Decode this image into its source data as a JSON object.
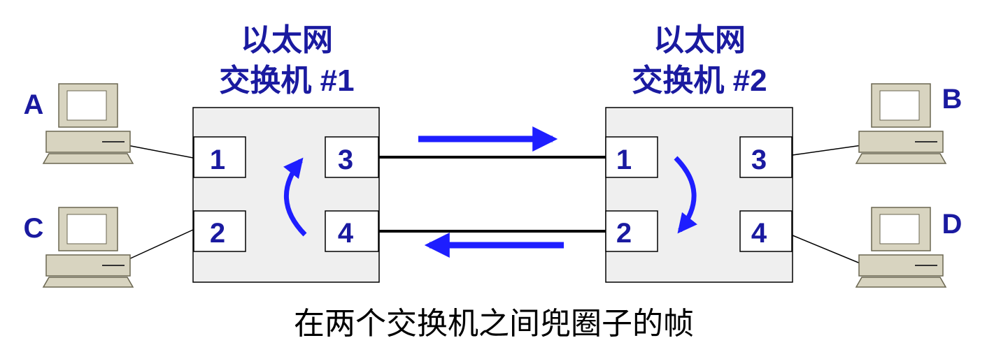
{
  "colors": {
    "text_blue": "#1a1aa0",
    "arrow_blue": "#1e1eff",
    "box_fill": "#efefef",
    "pc_body": "#d8d4c0",
    "pc_screen": "#ffffff"
  },
  "switches": [
    {
      "title_line1": "以太网",
      "title_line2": "交换机 #1",
      "ports": [
        "1",
        "2",
        "3",
        "4"
      ]
    },
    {
      "title_line1": "以太网",
      "title_line2": "交换机 #2",
      "ports": [
        "1",
        "2",
        "3",
        "4"
      ]
    }
  ],
  "hosts": [
    {
      "label": "A",
      "icon": "computer-icon"
    },
    {
      "label": "C",
      "icon": "computer-icon"
    },
    {
      "label": "B",
      "icon": "computer-icon"
    },
    {
      "label": "D",
      "icon": "computer-icon"
    }
  ],
  "caption": "在两个交换机之间兜圈子的帧"
}
